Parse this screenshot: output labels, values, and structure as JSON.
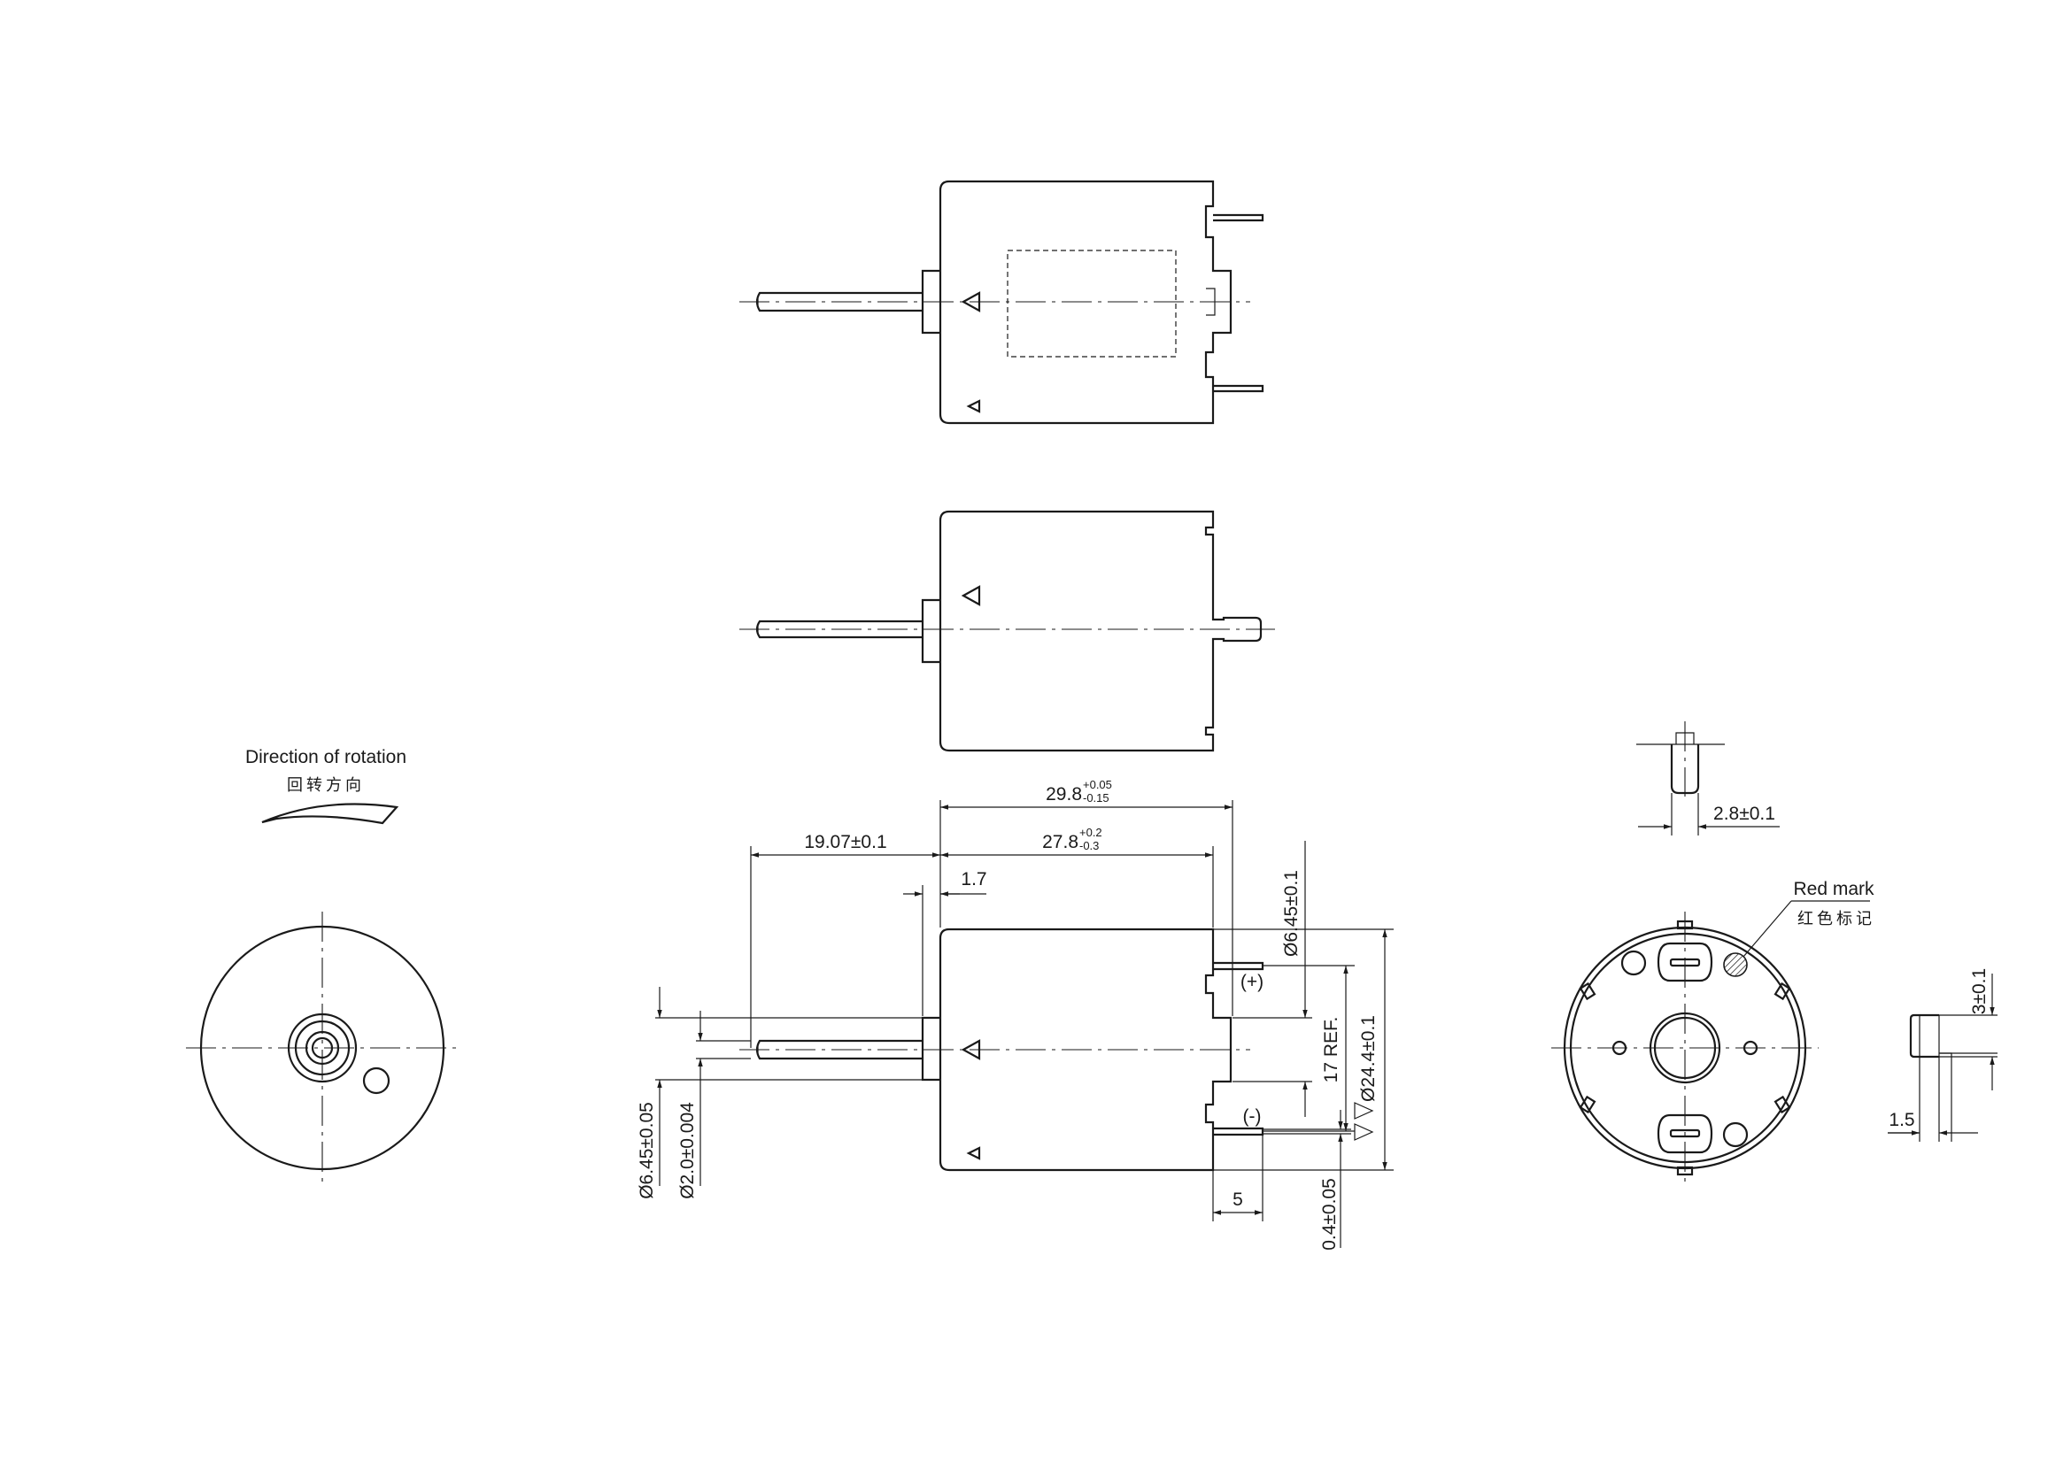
{
  "labels": {
    "direction_of_rotation": "Direction of rotation",
    "direction_cn": "回转方向",
    "red_mark": "Red mark",
    "red_mark_cn": "红色标记",
    "plus": "(+)",
    "minus": "(-)"
  },
  "dims": {
    "overall_length": "29.8",
    "overall_length_tol_upper": "+0.05",
    "overall_length_tol_lower": "-0.15",
    "body_length": "27.8",
    "body_length_tol_upper": "+0.2",
    "body_length_tol_lower": "-0.3",
    "shaft_length": "19.07±0.1",
    "boss_length": "1.7",
    "bearing_boss_dia": "Ø6.45±0.1",
    "terminal_spacing": "17 REF.",
    "body_dia": "Ø24.4±0.1",
    "terminal_thickness": "0.4±0.05",
    "terminal_length": "5",
    "front_boss_dia": "Ø6.45±0.05",
    "shaft_dia": "Ø2.0±0.004",
    "terminal_width": "2.8±0.1",
    "terminal_height": "3±0.1",
    "terminal_offset": "1.5"
  }
}
